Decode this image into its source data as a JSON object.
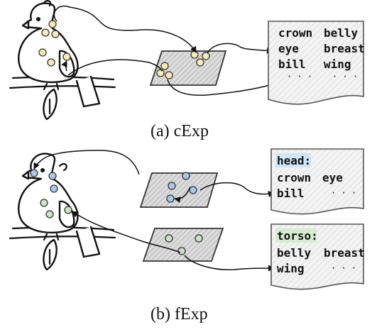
{
  "captions": {
    "a": "(a) cExp",
    "b": "(b) fExp"
  },
  "cexp": {
    "concepts": [
      "crown",
      "belly",
      "eye",
      "breast",
      "bill",
      "wing"
    ],
    "ellipsis": "· · ·"
  },
  "fexp": {
    "head": {
      "label": "head:",
      "concepts": [
        "crown",
        "eye",
        "bill"
      ],
      "ellipsis": "· · ·"
    },
    "torso": {
      "label": "torso:",
      "concepts": [
        "belly",
        "breast",
        "wing"
      ],
      "ellipsis": "· · ·"
    }
  },
  "colors": {
    "dot_cexp": "#fbe9b8",
    "dot_head": "#a9c8ec",
    "dot_torso": "#c9e4c0",
    "label_head_bg": "#cfe6f7",
    "label_torso_bg": "#d6ecd0"
  }
}
